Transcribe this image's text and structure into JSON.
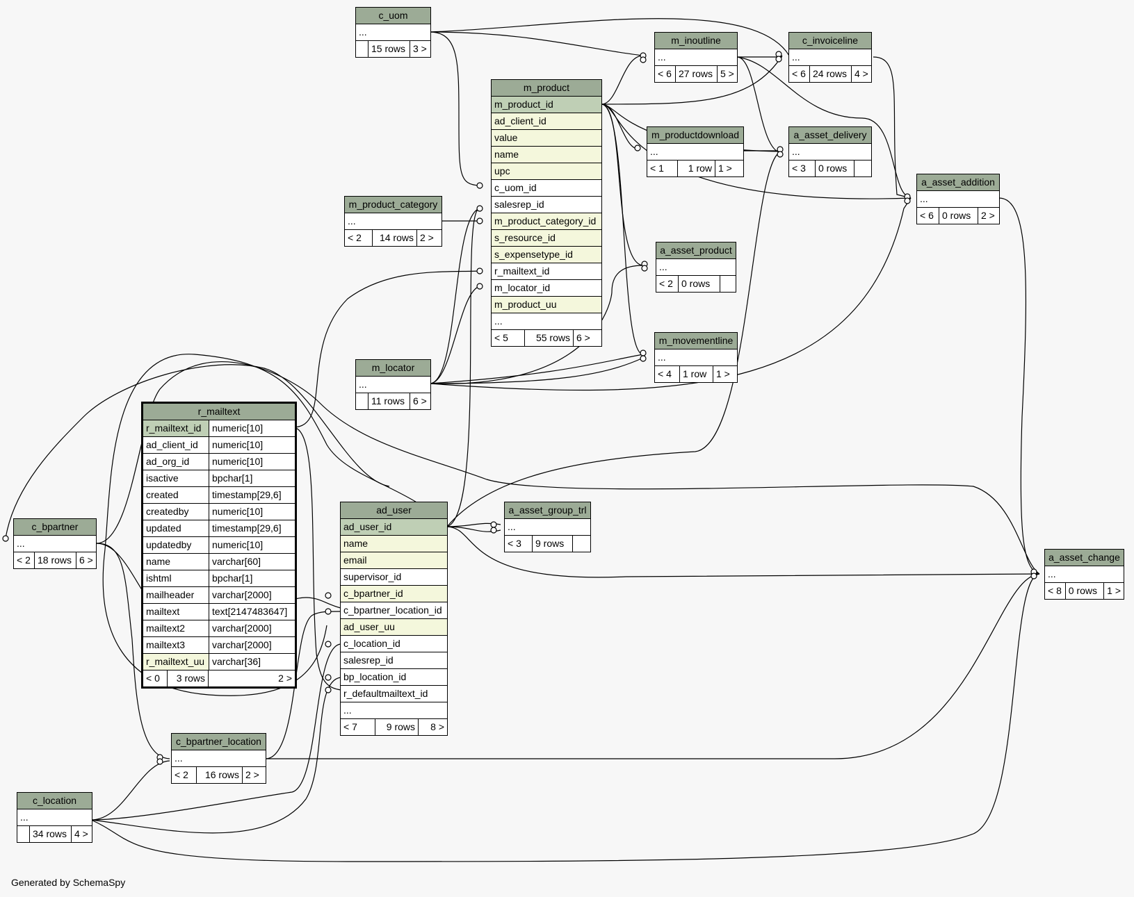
{
  "footer": "Generated by SchemaSpy",
  "tables": {
    "c_uom": {
      "title": "c_uom",
      "rows": [
        "..."
      ],
      "foot": [
        "",
        "15 rows",
        "3 >"
      ]
    },
    "m_inoutline": {
      "title": "m_inoutline",
      "rows": [
        "..."
      ],
      "foot": [
        "< 6",
        "27 rows",
        "5 >"
      ]
    },
    "c_invoiceline": {
      "title": "c_invoiceline",
      "rows": [
        "..."
      ],
      "foot": [
        "< 6",
        "24 rows",
        "4 >"
      ]
    },
    "m_product": {
      "title": "m_product",
      "rows": [
        "m_product_id",
        "ad_client_id",
        "value",
        "name",
        "upc",
        "c_uom_id",
        "salesrep_id",
        "m_product_category_id",
        "s_resource_id",
        "s_expensetype_id",
        "r_mailtext_id",
        "m_locator_id",
        "m_product_uu",
        "..."
      ],
      "foot": [
        "< 5",
        "55 rows",
        "6 >"
      ]
    },
    "m_productdownload": {
      "title": "m_productdownload",
      "rows": [
        "..."
      ],
      "foot": [
        "< 1",
        "1 row",
        "1 >"
      ]
    },
    "a_asset_delivery": {
      "title": "a_asset_delivery",
      "rows": [
        "..."
      ],
      "foot": [
        "< 3",
        "0 rows",
        ""
      ]
    },
    "a_asset_addition": {
      "title": "a_asset_addition",
      "rows": [
        "..."
      ],
      "foot": [
        "< 6",
        "0 rows",
        "2 >"
      ]
    },
    "m_product_category": {
      "title": "m_product_category",
      "rows": [
        "..."
      ],
      "foot": [
        "< 2",
        "14 rows",
        "2 >"
      ]
    },
    "a_asset_product": {
      "title": "a_asset_product",
      "rows": [
        "..."
      ],
      "foot": [
        "< 2",
        "0 rows",
        ""
      ]
    },
    "m_movementline": {
      "title": "m_movementline",
      "rows": [
        "..."
      ],
      "foot": [
        "< 4",
        "1 row",
        "1 >"
      ]
    },
    "m_locator": {
      "title": "m_locator",
      "rows": [
        "..."
      ],
      "foot": [
        "",
        "11 rows",
        "6 >"
      ]
    },
    "r_mailtext": {
      "title": "r_mailtext",
      "rows": [
        [
          "r_mailtext_id",
          "numeric[10]"
        ],
        [
          "ad_client_id",
          "numeric[10]"
        ],
        [
          "ad_org_id",
          "numeric[10]"
        ],
        [
          "isactive",
          "bpchar[1]"
        ],
        [
          "created",
          "timestamp[29,6]"
        ],
        [
          "createdby",
          "numeric[10]"
        ],
        [
          "updated",
          "timestamp[29,6]"
        ],
        [
          "updatedby",
          "numeric[10]"
        ],
        [
          "name",
          "varchar[60]"
        ],
        [
          "ishtml",
          "bpchar[1]"
        ],
        [
          "mailheader",
          "varchar[2000]"
        ],
        [
          "mailtext",
          "text[2147483647]"
        ],
        [
          "mailtext2",
          "varchar[2000]"
        ],
        [
          "mailtext3",
          "varchar[2000]"
        ],
        [
          "r_mailtext_uu",
          "varchar[36]"
        ]
      ],
      "foot": [
        "< 0",
        "3 rows",
        "2 >"
      ]
    },
    "ad_user": {
      "title": "ad_user",
      "rows": [
        "ad_user_id",
        "name",
        "email",
        "supervisor_id",
        "c_bpartner_id",
        "c_bpartner_location_id",
        "ad_user_uu",
        "c_location_id",
        "salesrep_id",
        "bp_location_id",
        "r_defaultmailtext_id",
        "..."
      ],
      "foot": [
        "< 7",
        "9 rows",
        "8 >"
      ]
    },
    "a_asset_group_trl": {
      "title": "a_asset_group_trl",
      "rows": [
        "..."
      ],
      "foot": [
        "< 3",
        "9 rows",
        ""
      ]
    },
    "c_bpartner": {
      "title": "c_bpartner",
      "rows": [
        "..."
      ],
      "foot": [
        "< 2",
        "18 rows",
        "6 >"
      ]
    },
    "a_asset_change": {
      "title": "a_asset_change",
      "rows": [
        "..."
      ],
      "foot": [
        "< 8",
        "0 rows",
        "1 >"
      ]
    },
    "c_bpartner_location": {
      "title": "c_bpartner_location",
      "rows": [
        "..."
      ],
      "foot": [
        "< 2",
        "16 rows",
        "2 >"
      ]
    },
    "c_location": {
      "title": "c_location",
      "rows": [
        "..."
      ],
      "foot": [
        "",
        "34 rows",
        "4 >"
      ]
    }
  },
  "colors": {
    "header": "#9cab96",
    "primary_key": "#bfcfb5",
    "indexed": "#f4f7dc",
    "background": "#f7f7f7"
  }
}
